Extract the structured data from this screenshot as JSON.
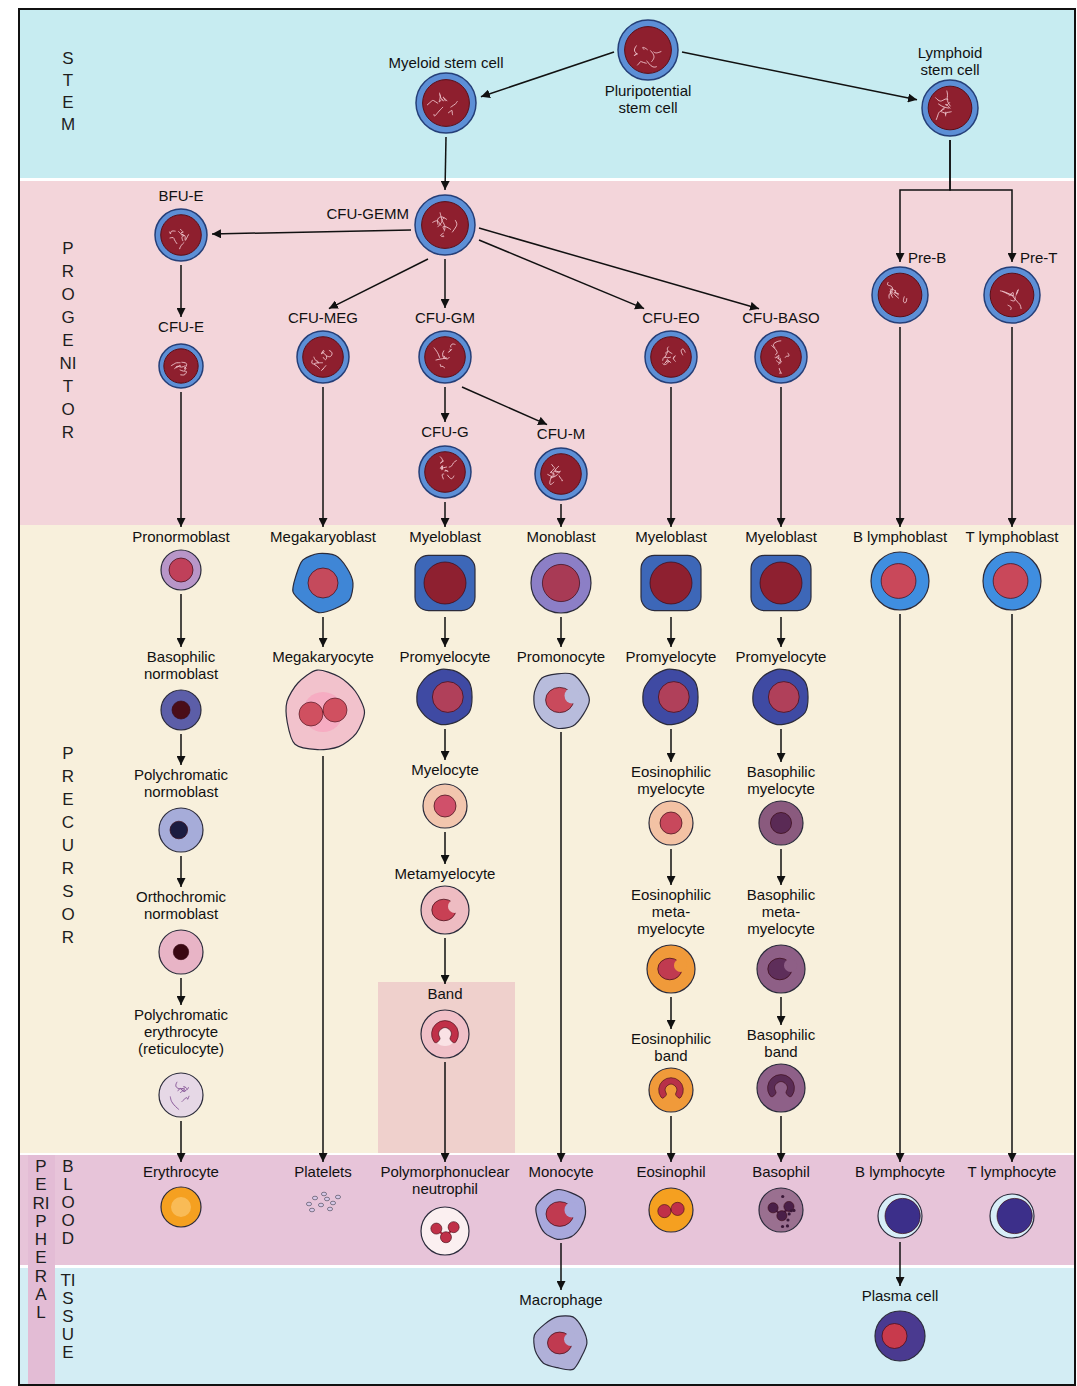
{
  "diagram": {
    "nodes": [
      {
        "text": [
          "STEM"
        ]
      },
      {
        "text": [
          "Myeloid stem cell"
        ],
        "in": 0
      },
      {
        "text": [
          "Pluripotential stem cell"
        ],
        "in": 0
      },
      {
        "text": [
          "Lymphoid stem cell"
        ],
        "in": 0
      },
      {
        "text": [
          "PROGENITOR"
        ]
      },
      {
        "text": [
          "BFU-E"
        ],
        "in": 4
      },
      {
        "text": [
          "CFU-GEMM"
        ],
        "in": 4
      },
      {
        "text": [
          "Pre-B"
        ],
        "in": 4
      },
      {
        "text": [
          "Pre-T"
        ],
        "in": 4
      },
      {
        "text": [
          "CFU-E"
        ],
        "in": 4
      },
      {
        "text": [
          "CFU-MEG"
        ],
        "in": 4
      },
      {
        "text": [
          "CFU-GM"
        ],
        "in": 4
      },
      {
        "text": [
          "CFU-EO"
        ],
        "in": 4
      },
      {
        "text": [
          "CFU-BASO"
        ],
        "in": 4
      },
      {
        "text": [
          "CFU-G"
        ],
        "in": 4
      },
      {
        "text": [
          "CFU-M"
        ],
        "in": 4
      },
      {
        "text": [
          "PRECURSOR"
        ]
      },
      {
        "text": [
          "Pronormoblast"
        ],
        "in": 16
      },
      {
        "text": [
          "Megakaryoblast"
        ],
        "in": 16
      },
      {
        "text": [
          "Myeloblast"
        ],
        "in": 16
      },
      {
        "text": [
          "Monoblast"
        ],
        "in": 16
      },
      {
        "text": [
          "Myeloblast"
        ],
        "in": 16
      },
      {
        "text": [
          "Myeloblast"
        ],
        "in": 16
      },
      {
        "text": [
          "B lymphoblast"
        ],
        "in": 16
      },
      {
        "text": [
          "T lymphoblast"
        ],
        "in": 16
      },
      {
        "text": [
          "Basophilic normoblast"
        ],
        "in": 16
      },
      {
        "text": [
          "Megakaryocyte"
        ],
        "in": 16
      },
      {
        "text": [
          "Promyelocyte"
        ],
        "in": 16
      },
      {
        "text": [
          "Promonocyte"
        ],
        "in": 16
      },
      {
        "text": [
          "Promyelocyte"
        ],
        "in": 16
      },
      {
        "text": [
          "Promyelocyte"
        ],
        "in": 16
      },
      {
        "text": [
          "Polychromatic normoblast"
        ],
        "in": 16
      },
      {
        "text": [
          "Myelocyte"
        ],
        "in": 16
      },
      {
        "text": [
          "Eosinophilic myelocyte"
        ],
        "in": 16
      },
      {
        "text": [
          "Basophilic myelocyte"
        ],
        "in": 16
      },
      {
        "text": [
          "Orthochromic normoblast"
        ],
        "in": 16
      },
      {
        "text": [
          "Metamyelocyte"
        ],
        "in": 16
      },
      {
        "text": [
          "Eosinophilic meta- myelocyte"
        ],
        "in": 16
      },
      {
        "text": [
          "Basophilic meta- myelocyte"
        ],
        "in": 16
      },
      {
        "text": [
          "Polychromatic erythrocyte (reticulocyte)"
        ],
        "in": 16
      },
      {
        "text": [
          "Band"
        ],
        "in": 16
      },
      {
        "text": [
          "Eosinophilic band"
        ],
        "in": 16
      },
      {
        "text": [
          "Basophilic band"
        ],
        "in": 16
      },
      {
        "text": [
          "BLOOD"
        ]
      },
      {
        "text": [
          "Erythrocyte"
        ],
        "in": 43
      },
      {
        "text": [
          "Platelets"
        ],
        "in": 43
      },
      {
        "text": [
          "Polymorphonuclear neutrophil"
        ],
        "in": 43
      },
      {
        "text": [
          "Monocyte"
        ],
        "in": 43
      },
      {
        "text": [
          "Eosinophil"
        ],
        "in": 43
      },
      {
        "text": [
          "Basophil"
        ],
        "in": 43
      },
      {
        "text": [
          "B lymphocyte"
        ],
        "in": 43
      },
      {
        "text": [
          "T lymphocyte"
        ],
        "in": 43
      },
      {
        "text": [
          "TISSUE"
        ]
      },
      {
        "text": [
          "Macrophage"
        ],
        "in": 52
      },
      {
        "text": [
          "Plasma cell"
        ],
        "in": 52
      }
    ],
    "edges": [
      {
        "from": 2,
        "to": 1,
        "arrow": "to"
      },
      {
        "from": 2,
        "to": 3,
        "arrow": "to"
      },
      {
        "from": 1,
        "to": 6,
        "arrow": "to"
      },
      {
        "from": 6,
        "to": 5,
        "arrow": "to"
      },
      {
        "from": 6,
        "to": 10,
        "arrow": "to"
      },
      {
        "from": 6,
        "to": 11,
        "arrow": "to"
      },
      {
        "from": 6,
        "to": 12,
        "arrow": "to"
      },
      {
        "from": 6,
        "to": 13,
        "arrow": "to"
      },
      {
        "from": 3,
        "to": 7,
        "arrow": "to"
      },
      {
        "from": 3,
        "to": 8,
        "arrow": "to"
      },
      {
        "from": 5,
        "to": 9,
        "arrow": "to"
      },
      {
        "from": 11,
        "to": 14,
        "arrow": "to"
      },
      {
        "from": 11,
        "to": 15,
        "arrow": "to"
      },
      {
        "from": 9,
        "to": 17,
        "arrow": "to"
      },
      {
        "from": 10,
        "to": 18,
        "arrow": "to"
      },
      {
        "from": 14,
        "to": 19,
        "arrow": "to"
      },
      {
        "from": 15,
        "to": 20,
        "arrow": "to"
      },
      {
        "from": 12,
        "to": 21,
        "arrow": "to"
      },
      {
        "from": 13,
        "to": 22,
        "arrow": "to"
      },
      {
        "from": 7,
        "to": 23,
        "arrow": "to"
      },
      {
        "from": 8,
        "to": 24,
        "arrow": "to"
      },
      {
        "from": 17,
        "to": 25,
        "arrow": "to"
      },
      {
        "from": 18,
        "to": 26,
        "arrow": "to"
      },
      {
        "from": 19,
        "to": 27,
        "arrow": "to"
      },
      {
        "from": 20,
        "to": 28,
        "arrow": "to"
      },
      {
        "from": 21,
        "to": 29,
        "arrow": "to"
      },
      {
        "from": 22,
        "to": 30,
        "arrow": "to"
      },
      {
        "from": 25,
        "to": 31,
        "arrow": "to"
      },
      {
        "from": 27,
        "to": 32,
        "arrow": "to"
      },
      {
        "from": 29,
        "to": 33,
        "arrow": "to"
      },
      {
        "from": 30,
        "to": 34,
        "arrow": "to"
      },
      {
        "from": 31,
        "to": 35,
        "arrow": "to"
      },
      {
        "from": 32,
        "to": 36,
        "arrow": "to"
      },
      {
        "from": 33,
        "to": 37,
        "arrow": "to"
      },
      {
        "from": 34,
        "to": 38,
        "arrow": "to"
      },
      {
        "from": 35,
        "to": 39,
        "arrow": "to"
      },
      {
        "from": 36,
        "to": 40,
        "arrow": "to"
      },
      {
        "from": 37,
        "to": 41,
        "arrow": "to"
      },
      {
        "from": 38,
        "to": 42,
        "arrow": "to"
      },
      {
        "from": 39,
        "to": 44,
        "arrow": "to"
      },
      {
        "from": 26,
        "to": 45,
        "arrow": "to"
      },
      {
        "from": 40,
        "to": 46,
        "arrow": "to"
      },
      {
        "from": 28,
        "to": 47,
        "arrow": "to"
      },
      {
        "from": 41,
        "to": 48,
        "arrow": "to"
      },
      {
        "from": 42,
        "to": 49,
        "arrow": "to"
      },
      {
        "from": 23,
        "to": 50,
        "arrow": "to"
      },
      {
        "from": 24,
        "to": 51,
        "arrow": "to"
      },
      {
        "from": 47,
        "to": 53,
        "arrow": "to"
      },
      {
        "from": 50,
        "to": 54,
        "arrow": "to"
      }
    ],
    "labels": [
      "PERIPHERAL"
    ]
  }
}
